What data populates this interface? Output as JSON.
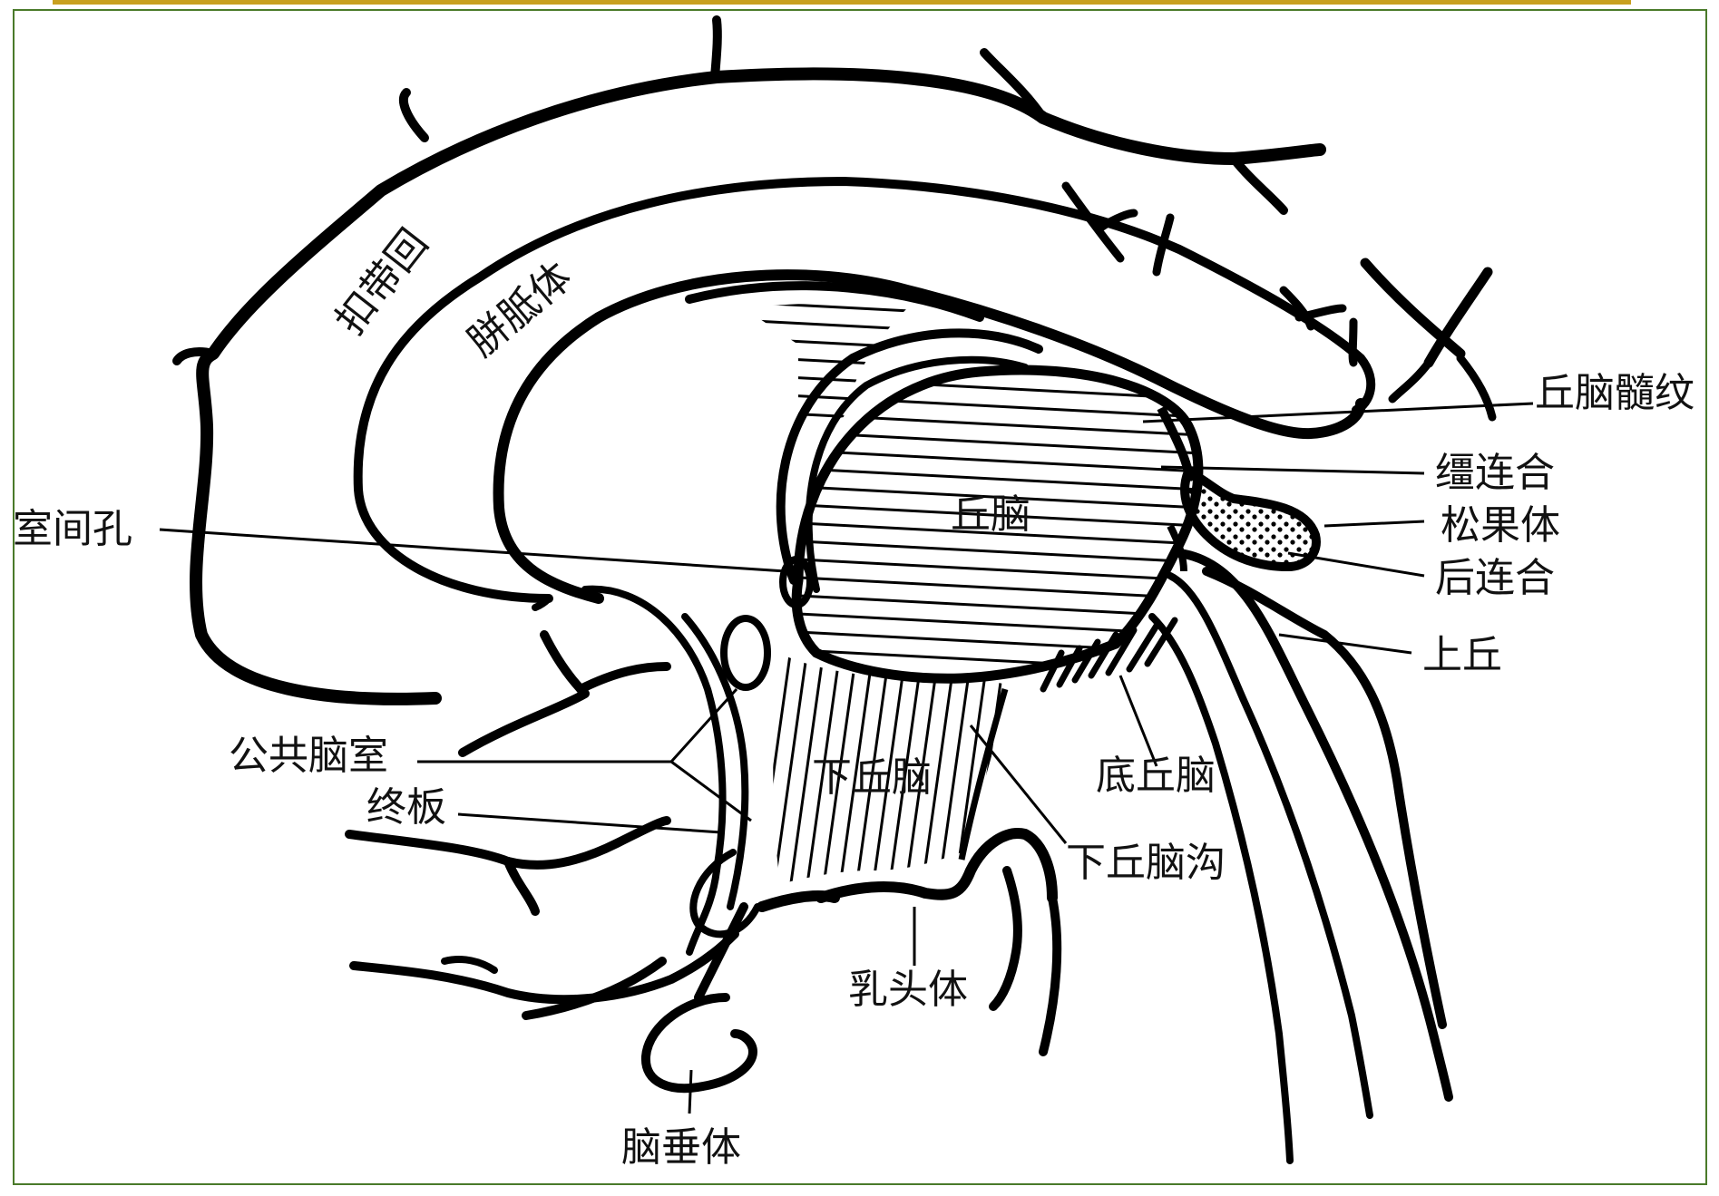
{
  "colors": {
    "frame": "#4a7a2a",
    "rule": "#c8a020",
    "ink": "#000000"
  },
  "labels": {
    "cingulate_gyrus": "扣带回",
    "corpus_callosum": "胼胝体",
    "thalamus": "丘脑",
    "interventricular_foramen": "室间孔",
    "stria_medullaris": "丘脑髓纹",
    "habenular_commissure": "缰连合",
    "pineal_body": "松果体",
    "posterior_commissure": "后连合",
    "superior_colliculus": "上丘",
    "subthalamus": "底丘脑",
    "anterior_commissure": "公共脑室",
    "lamina_terminalis": "终板",
    "hypothalamus": "下丘脑",
    "hypothalamic_sulcus": "下丘脑沟",
    "mammillary_body": "乳头体",
    "hypophysis": "脑垂体"
  }
}
